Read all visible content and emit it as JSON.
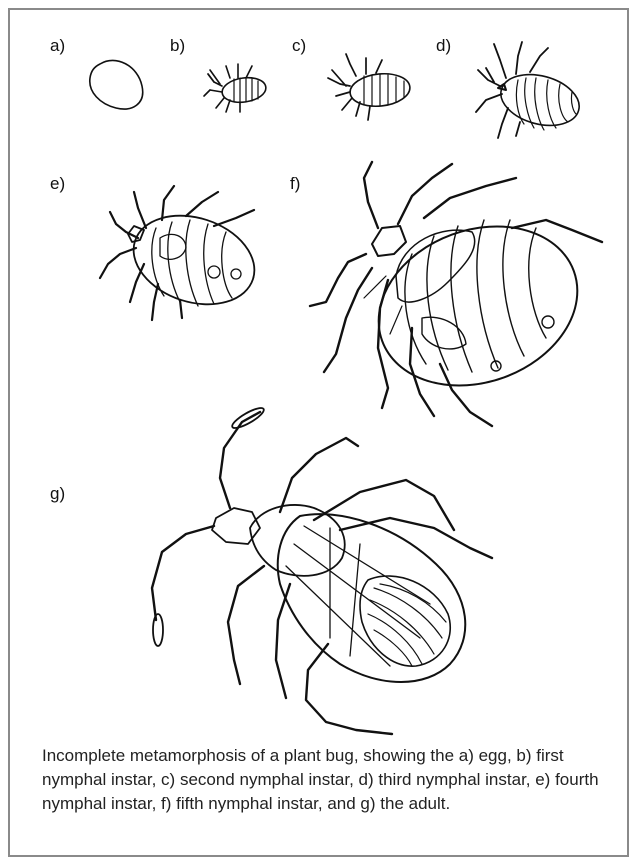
{
  "figure": {
    "panel_labels": [
      "a)",
      "b)",
      "c)",
      "d)",
      "e)",
      "f)",
      "g)"
    ],
    "caption": "Incomplete metamorphosis of a plant bug, showing the a) egg, b) first nymphal instar, c) second nymphal instar, d) third nymphal instar, e) fourth nymphal instar, f) fifth nymphal instar, and g) the adult."
  }
}
